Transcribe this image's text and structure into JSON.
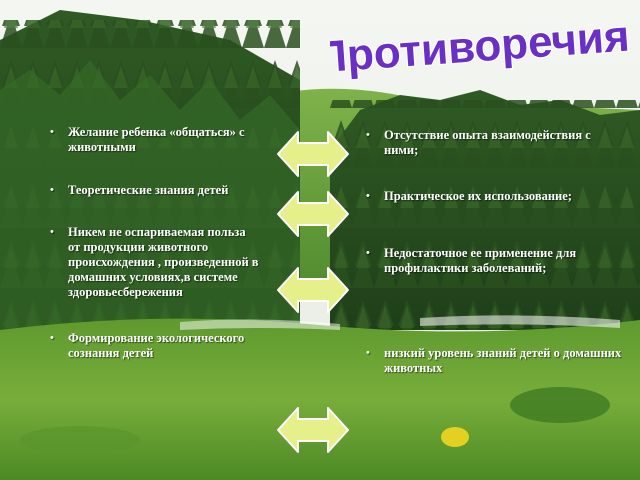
{
  "title": "Противоречия:",
  "left_items": [
    "Желание ребенка «общаться» с животными",
    "Теоретические знания детей",
    "Никем не оспариваемая польза от продукции животного происхождения , произведенной в домашних условиях,в системе здоровьесбережения",
    "Формирование экологического сознания детей"
  ],
  "right_items": [
    "Отсутствие опыта взаимодействия с ними;",
    "Практическое их использование;",
    "Недостаточное ее применение для профилактики заболеваний;",
    "низкий уровень знаний детей о домашних животных"
  ],
  "bullet": "•",
  "colors": {
    "title_fill": "#6a2fc4",
    "title_outline": "#ffffff",
    "arrow_fill": "#e5f08a",
    "arrow_stroke": "#ffffff",
    "text": "#ffffff"
  },
  "arrow_icon": "double-headed-arrow-icon"
}
